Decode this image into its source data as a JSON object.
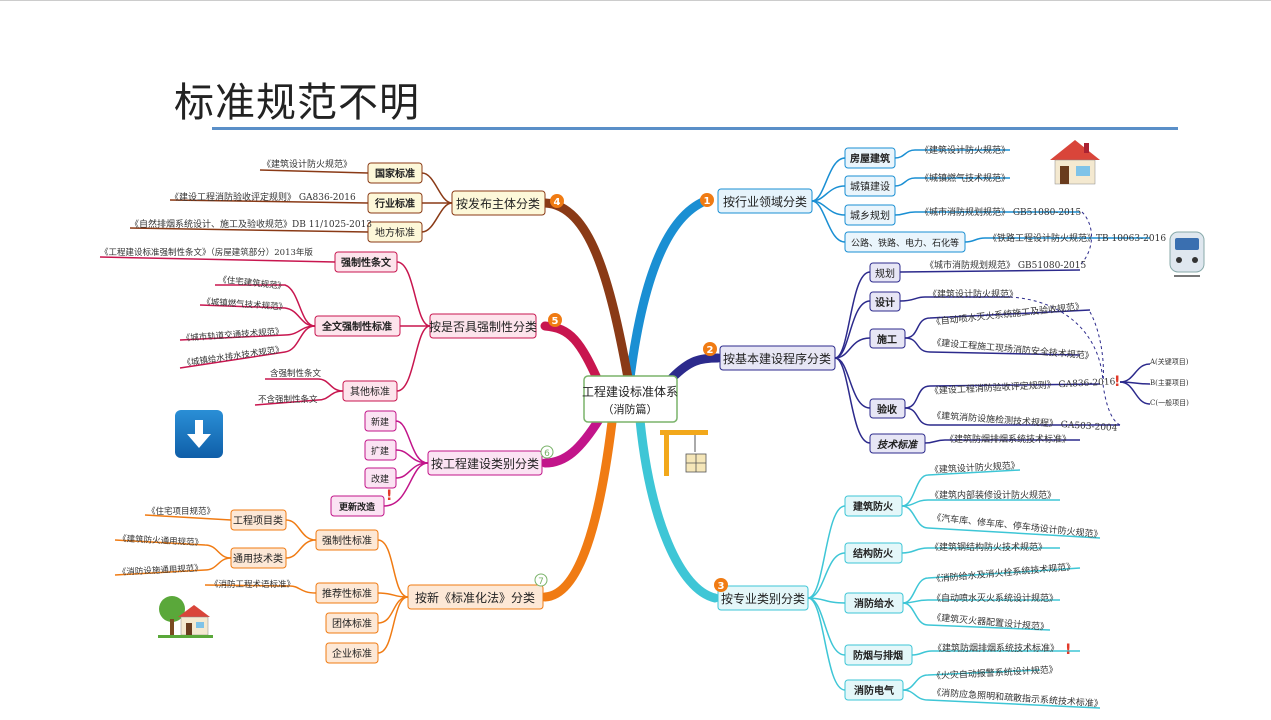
{
  "title": "标准规范不明",
  "center": {
    "line1": "工程建设标准体系",
    "line2": "（消防篇）"
  },
  "branches": {
    "b1": {
      "label": "按行业领域分类",
      "num": "1"
    },
    "b2": {
      "label": "按基本建设程序分类",
      "num": "2"
    },
    "b3": {
      "label": "按专业类别分类",
      "num": "3"
    },
    "b4": {
      "label": "按发布主体分类",
      "num": "4"
    },
    "b5": {
      "label": "按是否具强制性分类",
      "num": "5"
    },
    "b6": {
      "label": "按工程建设类别分类",
      "num": "6"
    },
    "b7": {
      "label": "按新《标准化法》分类",
      "num": "7"
    }
  },
  "b1": {
    "houses": "房屋建筑",
    "houses_std": "《建筑设计防火规范》",
    "gas": "城镇建设",
    "gas_std": "《城镇燃气技术规范》",
    "plan": "城乡规划",
    "plan_std": "《城市消防规划规范》 GB51080-2015",
    "rail": "公路、铁路、电力、石化等",
    "rail_std": "《铁路工程设计防火规范》TB 10063-2016"
  },
  "b2": {
    "plan": "规划",
    "plan_std": "《城市消防规划规范》 GB51080-2015",
    "design": "设计",
    "design_std": "《建筑设计防火规范》",
    "build": "施工",
    "build_std1": "《自动喷水灭火系统施工及验收规范》",
    "build_std2": "《建设工程施工现场消防安全技术规范》",
    "accept": "验收",
    "accept_std1": "《建设工程消防验收评定规则》 GA836-2016",
    "accept_std2": "《建筑消防设施检测技术规程》 GA503-2004",
    "tech": "技术标准",
    "tech_std": "《建筑防烟排烟系统技术标准》",
    "levelA": "A(关键项目)",
    "levelB": "B(主要项目)",
    "levelC": "C(一般项目)"
  },
  "b3": {
    "fire": "建筑防火",
    "fire_std1": "《建筑设计防火规范》",
    "fire_std2": "《建筑内部装修设计防火规范》",
    "fire_std3": "《汽车库、修车库、停车场设计防火规范》",
    "struct": "结构防火",
    "struct_std": "《建筑钢结构防火技术规范》",
    "water": "消防给水",
    "water_std1": "《消防给水及消火栓系统技术规范》",
    "water_std2": "《自动喷水灭火系统设计规范》",
    "water_std3": "《建筑灭火器配置设计规范》",
    "smoke": "防烟与排烟",
    "smoke_std": "《建筑防烟排烟系统技术标准》",
    "elec": "消防电气",
    "elec_std1": "《火灾自动报警系统设计规范》",
    "elec_std2": "《消防应急照明和疏散指示系统技术标准》"
  },
  "b4": {
    "national": "国家标准",
    "national_std": "《建筑设计防火规范》",
    "industry": "行业标准",
    "industry_std": "《建设工程消防验收评定规则》 GA836-2016",
    "local": "地方标准",
    "local_std": "《自然排烟系统设计、施工及验收规范》DB 11/1025-2013"
  },
  "b5": {
    "clause": "强制性条文",
    "clause_std": "《工程建设标准强制性条文》（房屋建筑部分）2013年版",
    "full": "全文强制性标准",
    "full_std1": "《住宅建筑规范》",
    "full_std2": "《城镇燃气技术规范》",
    "full_std3": "《城市轨道交通技术规范》",
    "full_std4": "《城镇给水排水技术规范》",
    "other": "其他标准",
    "other_std1": "含强制性条文",
    "other_std2": "不含强制性条文"
  },
  "b6": {
    "new": "新建",
    "expand": "扩建",
    "rebuild": "改建",
    "renovate": "更新改造"
  },
  "b7": {
    "mandatory": "强制性标准",
    "project": "工程项目类",
    "project_std": "《住宅项目规范》",
    "general": "通用技术类",
    "general_std1": "《建筑防火通用规范》",
    "general_std2": "《消防设施通用规范》",
    "recommend": "推荐性标准",
    "recommend_std": "《消防工程术语标准》",
    "group": "团体标准",
    "enterprise": "企业标准"
  },
  "icons": [
    "house-icon",
    "train-icon",
    "crane-icon",
    "download-arrow-icon",
    "tree-house-icon"
  ],
  "colors": {
    "blue": "#1a8fd3",
    "navy": "#2c2a8c",
    "cyan": "#3ec6d6",
    "brown": "#8a3a16",
    "pink": "#c8164f",
    "magenta": "#c2158a",
    "orange": "#f07b13",
    "rule": "#5a8fc8"
  }
}
